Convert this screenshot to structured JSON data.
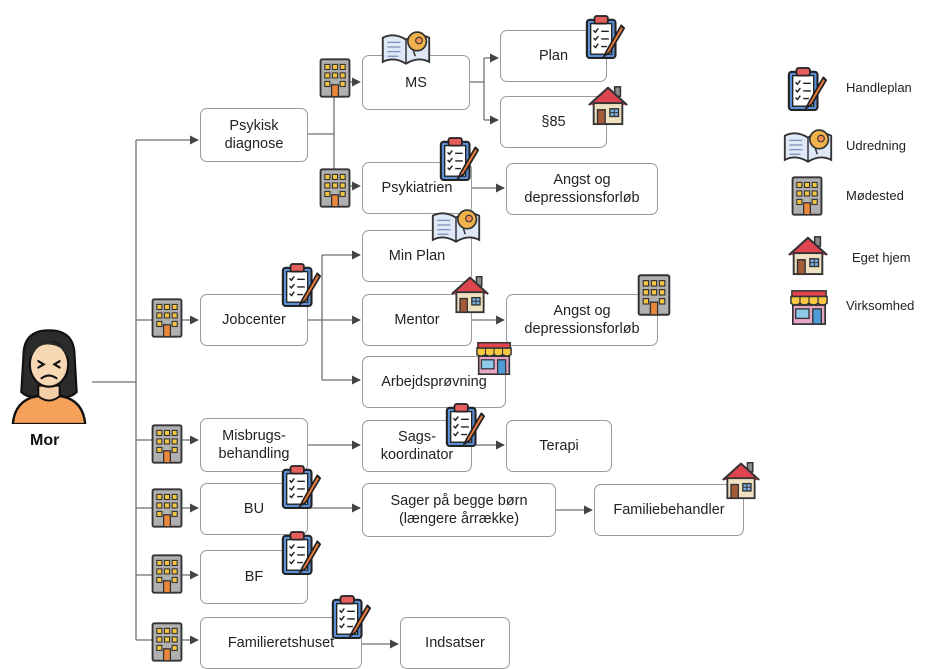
{
  "person": {
    "label": "Mor"
  },
  "nodes": {
    "psykisk": "Psykisk\ndiagnose",
    "ms": "MS",
    "plan": "Plan",
    "p85": "§85",
    "psykiatrien": "Psykiatrien",
    "angst1": "Angst og\ndepressionsforløb",
    "jobcenter": "Jobcenter",
    "minplan": "Min Plan",
    "mentor": "Mentor",
    "angst2": "Angst og\ndepressionsforløb",
    "arbejd": "Arbejdsprøvning",
    "misbrug": "Misbrugs-\nbehandling",
    "sags": "Sags-\nkoordinator",
    "terapi": "Terapi",
    "bu": "BU",
    "sager": "Sager på begge børn\n(længere årrække)",
    "familiebeh": "Familiebehandler",
    "bf": "BF",
    "familieret": "Familieretshuset",
    "indsatser": "Indsatser"
  },
  "legend": {
    "handleplan": "Handleplan",
    "udredning": "Udredning",
    "modested": "Mødested",
    "eget_hjem": "Eget hjem",
    "virksomhed": "Virksomhed"
  },
  "icon_names": [
    "clipboard-pen-icon",
    "book-head-icon",
    "building-icon",
    "house-icon",
    "shop-icon"
  ],
  "colors": {
    "line": "#6f6f6f",
    "border": "#9a9a9a",
    "house_roof": "#e0444f",
    "building": "#a7a7a7"
  }
}
